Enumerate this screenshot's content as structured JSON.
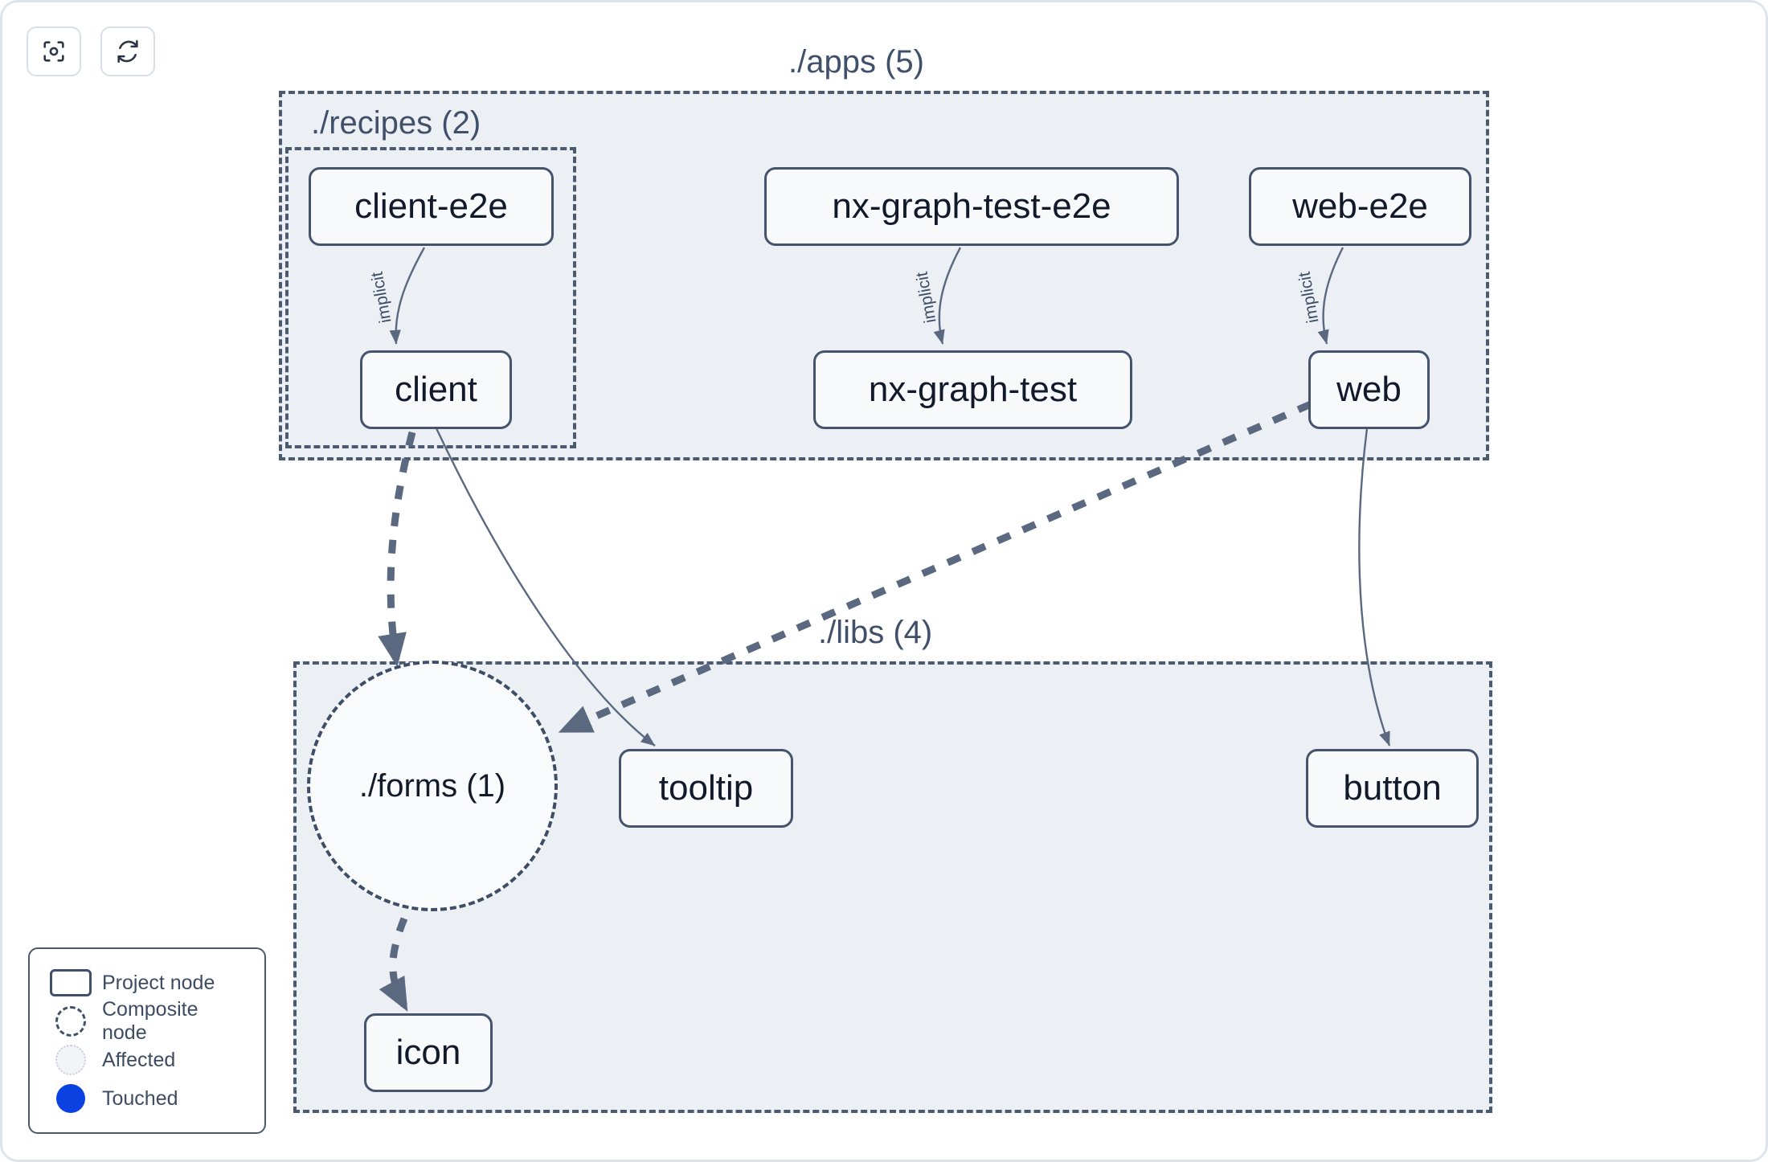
{
  "toolbar": {
    "buttons": [
      {
        "name": "focus-graph-button",
        "icon": "focus-target-icon",
        "label": "Focus graph"
      },
      {
        "name": "refresh-graph-button",
        "icon": "refresh-sync-icon",
        "label": "Refresh graph"
      }
    ]
  },
  "groups": [
    {
      "id": "apps",
      "label": "./apps (5)"
    },
    {
      "id": "recipes",
      "label": "./recipes (2)"
    },
    {
      "id": "libs",
      "label": "./libs (4)"
    }
  ],
  "nodes": [
    {
      "id": "client-e2e",
      "label": "client-e2e",
      "type": "project",
      "group": "recipes"
    },
    {
      "id": "nx-graph-test-e2e",
      "label": "nx-graph-test-e2e",
      "type": "project",
      "group": "apps"
    },
    {
      "id": "web-e2e",
      "label": "web-e2e",
      "type": "project",
      "group": "apps"
    },
    {
      "id": "client",
      "label": "client",
      "type": "project",
      "group": "recipes"
    },
    {
      "id": "nx-graph-test",
      "label": "nx-graph-test",
      "type": "project",
      "group": "apps"
    },
    {
      "id": "web",
      "label": "web",
      "type": "project",
      "group": "apps"
    },
    {
      "id": "forms",
      "label": "./forms (1)",
      "type": "composite",
      "group": "libs"
    },
    {
      "id": "tooltip",
      "label": "tooltip",
      "type": "project",
      "group": "libs"
    },
    {
      "id": "button",
      "label": "button",
      "type": "project",
      "group": "libs"
    },
    {
      "id": "icon",
      "label": "icon",
      "type": "project",
      "group": "libs"
    }
  ],
  "edges": [
    {
      "from": "client-e2e",
      "to": "client",
      "label": "implicit",
      "style": "solid"
    },
    {
      "from": "nx-graph-test-e2e",
      "to": "nx-graph-test",
      "label": "implicit",
      "style": "solid"
    },
    {
      "from": "web-e2e",
      "to": "web",
      "label": "implicit",
      "style": "solid"
    },
    {
      "from": "client",
      "to": "forms",
      "label": "",
      "style": "dashed"
    },
    {
      "from": "client",
      "to": "tooltip",
      "label": "",
      "style": "solid"
    },
    {
      "from": "web",
      "to": "forms",
      "label": "",
      "style": "dashed"
    },
    {
      "from": "web",
      "to": "button",
      "label": "",
      "style": "solid"
    },
    {
      "from": "forms",
      "to": "icon",
      "label": "",
      "style": "dashed"
    }
  ],
  "edge_labels": [
    {
      "id": "implicit-1",
      "text": "implicit"
    },
    {
      "id": "implicit-2",
      "text": "implicit"
    },
    {
      "id": "implicit-3",
      "text": "implicit"
    }
  ],
  "legend": {
    "items": [
      {
        "mark": "project-node-swatch",
        "label": "Project node"
      },
      {
        "mark": "composite-node-swatch",
        "label": "Composite node"
      },
      {
        "mark": "affected-swatch",
        "label": "Affected"
      },
      {
        "mark": "touched-swatch",
        "label": "Touched"
      }
    ]
  },
  "colors": {
    "page_background": "#ffffff",
    "group_fill": "#ecf0f5",
    "group_border": "#4b5a70",
    "node_fill": "#f7f9fb",
    "node_border": "#45546c",
    "node_text": "#12192a",
    "edge": "#5a6880",
    "touched": "#0b41e0"
  }
}
